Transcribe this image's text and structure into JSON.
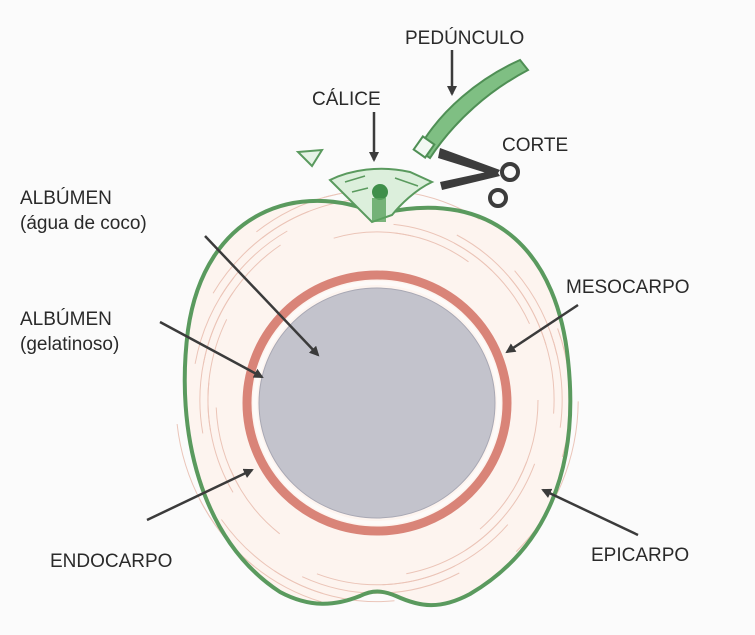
{
  "labels": {
    "peduncle": "PEDÚNCULO",
    "calyx": "CÁLICE",
    "cut": "CORTE",
    "albumen_water_line1": "ALBÚMEN",
    "albumen_water_line2": "(água de coco)",
    "mesocarp": "MESOCARPO",
    "albumen_gel_line1": "ALBÚMEN",
    "albumen_gel_line2": "(gelatinoso)",
    "endocarp": "ENDOCARPO",
    "epicarp": "EPICARPO"
  },
  "colors": {
    "epicarp": "#5a9a5e",
    "mesocarp_fibers": "#e8bcae",
    "endocarp": "#d98478",
    "albumen": "#c3c3cc",
    "arrow": "#3b3b3b",
    "scissors": "#3c3c3c",
    "background": "#fbfbfb"
  }
}
